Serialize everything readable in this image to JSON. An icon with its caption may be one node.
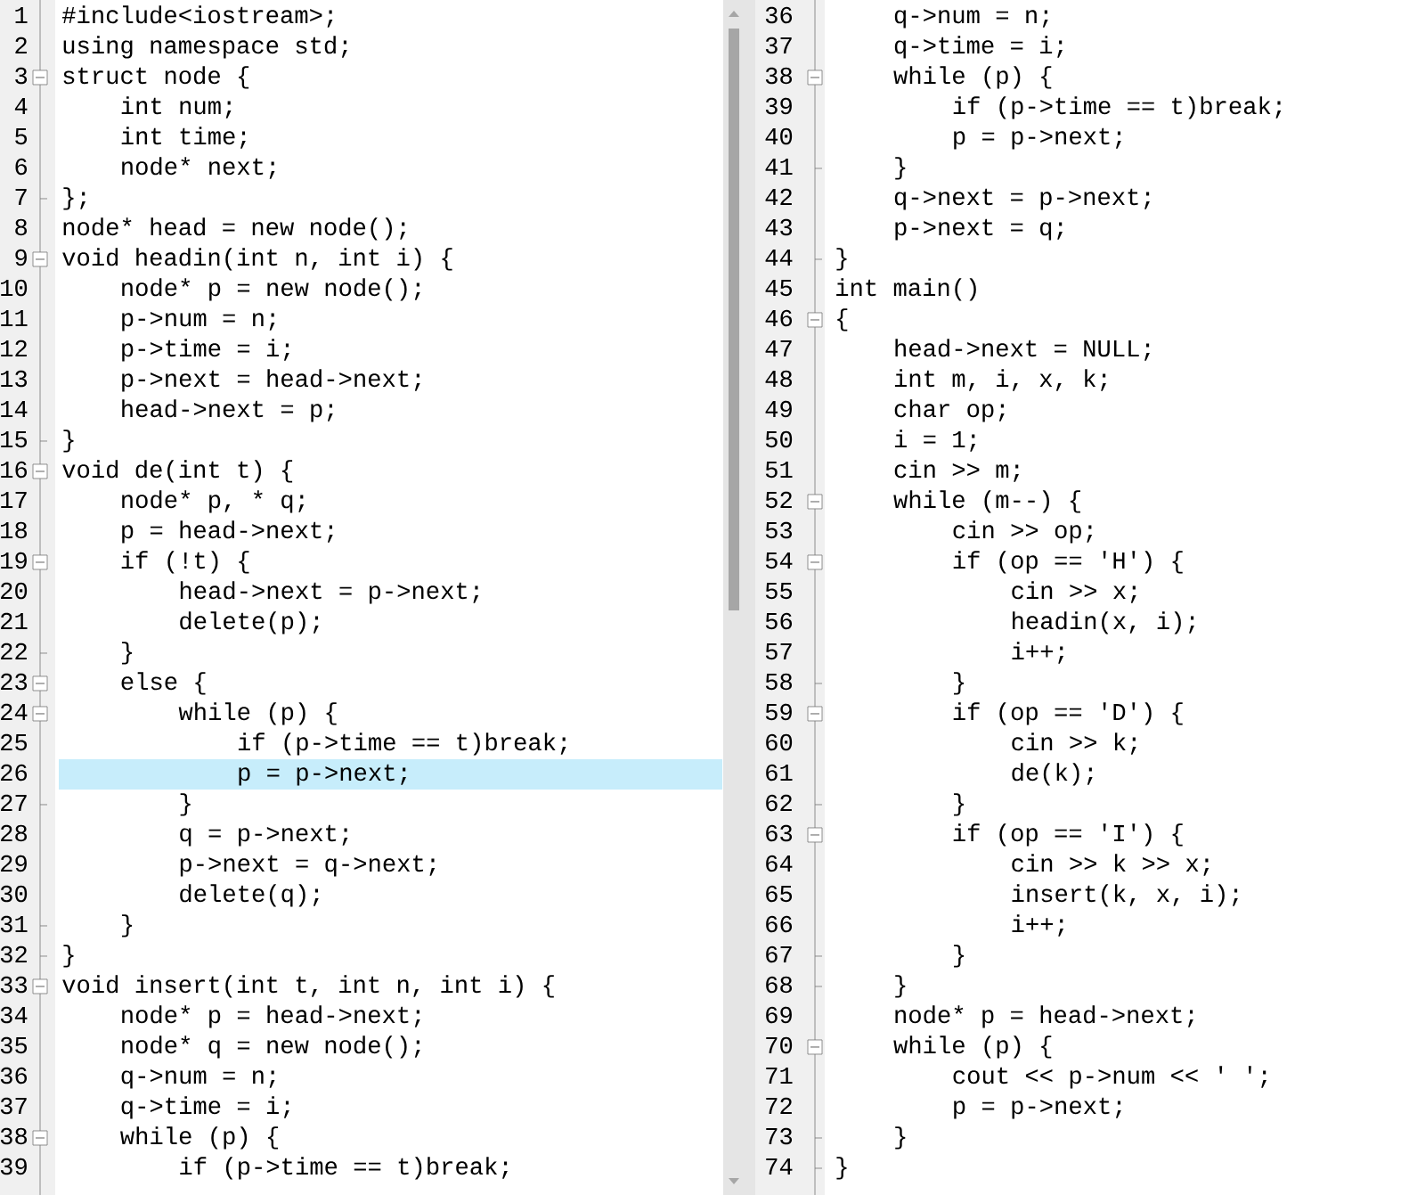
{
  "diagram": {
    "labels": [
      "1",
      "#include<iostream>;",
      "2",
      "using namespace std;",
      "3",
      "struct node {",
      "4",
      "int num;",
      "5",
      "int time;",
      "6",
      "node* next;",
      "7",
      "};",
      "8",
      "node* head = new node();",
      "9",
      "void headin(int n, int i) {",
      "10",
      "node* p = new node();",
      "11",
      "p->num = n;",
      "12",
      "p->time = i;",
      "13",
      "p->next = head->next;",
      "14",
      "head->next = p;",
      "15",
      "}",
      "16",
      "void de(int t) {",
      "17",
      "node* p, * q;",
      "18",
      "p = head->next;",
      "19",
      "if (!t) {",
      "20",
      "head->next = p->next;",
      "21",
      "delete(p);",
      "22",
      "}",
      "23",
      "else {",
      "24",
      "while (p) {",
      "25",
      "if (p->time == t)break;",
      "26",
      "p = p->next;",
      "27",
      "}",
      "28",
      "q = p->next;",
      "29",
      "p->next = q->next;",
      "30",
      "delete(q);",
      "31",
      "}",
      "32",
      "}",
      "33",
      "void insert(int t, int n, int i) {",
      "34",
      "node* p = head->next;",
      "35",
      "node* q = new node();",
      "36",
      "q->num = n;",
      "37",
      "q->time = i;",
      "38",
      "while (p) {",
      "39",
      "if (p->time == t)break;",
      "36",
      "q->num = n;",
      "37",
      "q->time = i;",
      "38",
      "while (p) {",
      "39",
      "if (p->time == t)break;",
      "40",
      "p = p->next;",
      "41",
      "}",
      "42",
      "q->next = p->next;",
      "43",
      "p->next = q;",
      "44",
      "}",
      "45",
      "int main()",
      "46",
      "{",
      "47",
      "head->next = NULL;",
      "48",
      "int m, i, x, k;",
      "49",
      "char op;",
      "50",
      "i = 1;",
      "51",
      "cin >> m;",
      "52",
      "while (m--) {",
      "53",
      "cin >> op;",
      "54",
      "if (op == 'H') {",
      "55",
      "cin >> x;",
      "56",
      "headin(x, i);",
      "57",
      "i++;",
      "58",
      "}",
      "59",
      "if (op == 'D') {",
      "60",
      "cin >> k;",
      "61",
      "de(k);",
      "62",
      "}",
      "63",
      "if (op == 'I') {",
      "64",
      "cin >> k >> x;",
      "65",
      "insert(k, x, i);",
      "66",
      "i++;",
      "67",
      "}",
      "68",
      "}",
      "69",
      "node* p = head->next;",
      "70",
      "while (p) {",
      "71",
      "cout << p->num << ' ';",
      "72",
      "p = p->next;",
      "73",
      "}",
      "74",
      "}"
    ]
  }
}
